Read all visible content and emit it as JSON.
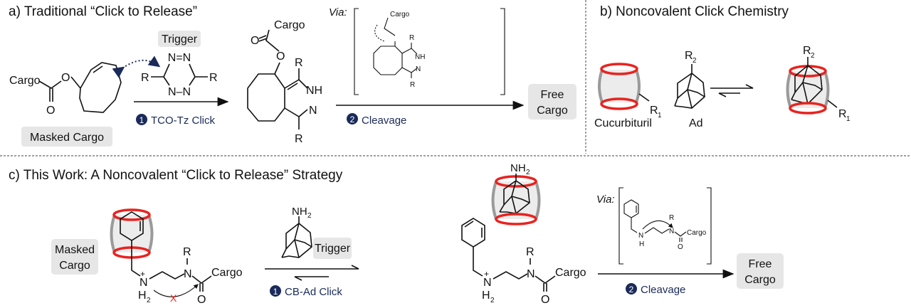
{
  "panel_a": {
    "title": "a) Traditional “Click to Release”",
    "masked_label": "Masked Cargo",
    "cargo": "Cargo",
    "trigger_label": "Trigger",
    "step1_num": "1",
    "step1_label": "TCO-Tz Click",
    "step2_num": "2",
    "step2_label": "Cleavage",
    "via": "Via:",
    "free_line1": "Free",
    "free_line2": "Cargo",
    "atoms": {
      "O": "O",
      "R": "R",
      "NN": "N=N",
      "N_N": "N–N",
      "NH": "NH",
      "N": "N"
    }
  },
  "panel_b": {
    "title": "b) Noncovalent Click Chemistry",
    "host_label": "Cucurbituril",
    "guest_label": "Ad",
    "r1": "R",
    "r1_sub": "1",
    "r2": "R",
    "r2_sub": "2"
  },
  "panel_c": {
    "title": "c) This Work: A Noncovalent “Click to Release” Strategy",
    "masked_line1": "Masked",
    "masked_line2": "Cargo",
    "trigger_label": "Trigger",
    "step1_num": "1",
    "step1_label": "CB-Ad Click",
    "step2_num": "2",
    "step2_label": "Cleavage",
    "via": "Via:",
    "free_line1": "Free",
    "free_line2": "Cargo",
    "cargo": "Cargo",
    "atoms": {
      "NH2": "NH",
      "sub2": "2",
      "N": "N",
      "H": "H",
      "R": "R",
      "O": "O",
      "plus": "+",
      "block": "X"
    }
  },
  "colors": {
    "cb_rim": "#e8231f",
    "cb_wall": "#9a9a9a",
    "step_badge": "#1a2a5a",
    "label_box": "#e6e6e6"
  }
}
